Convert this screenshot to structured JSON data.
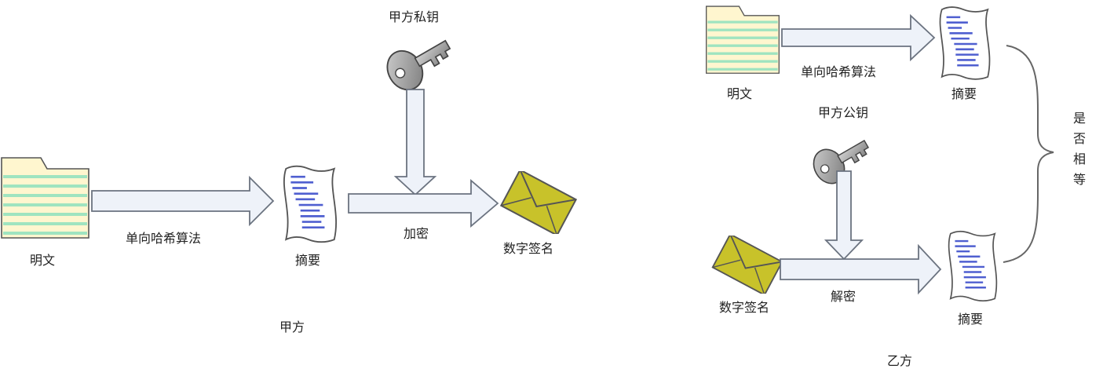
{
  "colors": {
    "arrow_fill": "#eef2f9",
    "arrow_stroke": "#6b7380",
    "folder_fill": "#fff6cf",
    "folder_lines": "#9fe4c0",
    "scroll_lines": "#4f5fd0",
    "envelope_fill": "#c8c22a",
    "key_fill": "#9a9a9a"
  },
  "party_a": {
    "plaintext": "明文",
    "hash_algorithm": "单向哈希算法",
    "digest": "摘要",
    "private_key": "甲方私钥",
    "encrypt": "加密",
    "signature": "数字签名",
    "party_name": "甲方"
  },
  "party_b": {
    "plaintext": "明文",
    "hash_algorithm": "单向哈希算法",
    "digest_top": "摘要",
    "public_key": "甲方公钥",
    "signature": "数字签名",
    "decrypt": "解密",
    "digest_bottom": "摘要",
    "compare": "是否相等",
    "party_name": "乙方"
  }
}
